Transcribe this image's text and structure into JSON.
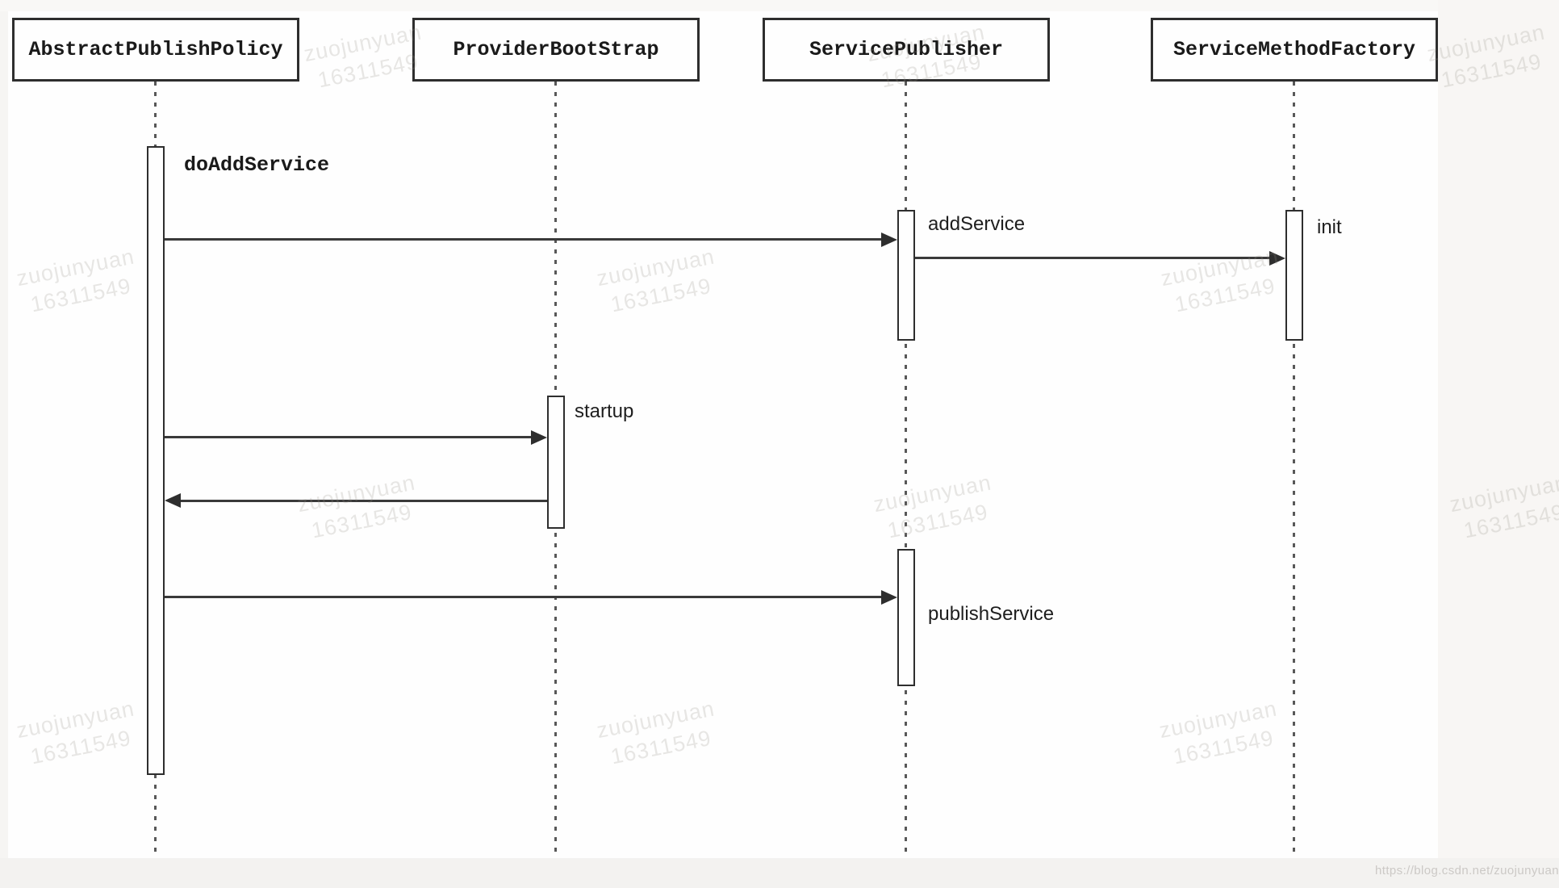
{
  "diagram": {
    "type": "uml-sequence",
    "participants": [
      {
        "label": "AbstractPublishPolicy"
      },
      {
        "label": "ProviderBootStrap"
      },
      {
        "label": "ServicePublisher"
      },
      {
        "label": "ServiceMethodFactory"
      }
    ],
    "messages": [
      {
        "label": "doAddService",
        "from": "AbstractPublishPolicy",
        "to": "AbstractPublishPolicy",
        "kind": "activation-label"
      },
      {
        "label": "addService",
        "from": "AbstractPublishPolicy",
        "to": "ServicePublisher",
        "kind": "call"
      },
      {
        "label": "init",
        "from": "ServicePublisher",
        "to": "ServiceMethodFactory",
        "kind": "call"
      },
      {
        "label": "startup",
        "from": "AbstractPublishPolicy",
        "to": "ProviderBootStrap",
        "kind": "call"
      },
      {
        "label": "",
        "from": "ProviderBootStrap",
        "to": "AbstractPublishPolicy",
        "kind": "return"
      },
      {
        "label": "publishService",
        "from": "AbstractPublishPolicy",
        "to": "ServicePublisher",
        "kind": "call"
      }
    ],
    "colors": {
      "line": "#2e2e2e",
      "canvas": "#fefefe",
      "page_margin": "#f3f2f0",
      "watermark": "#e9e8e5"
    }
  },
  "watermark": {
    "line1": "zuojunyuan",
    "line2": "16311549"
  },
  "footer": {
    "url": "https://blog.csdn.net/zuojunyuan"
  }
}
